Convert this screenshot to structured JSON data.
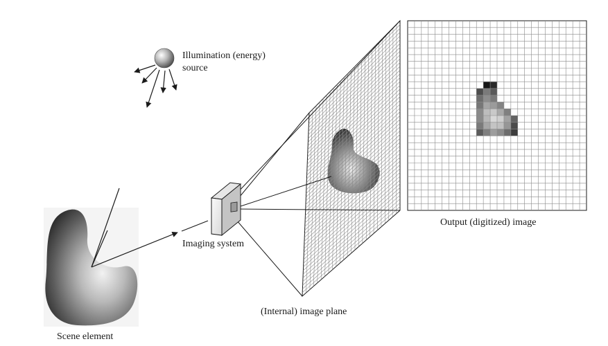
{
  "labels": {
    "illumination_line1": "Illumination (energy)",
    "illumination_line2": "source",
    "imaging_system": "Imaging system",
    "image_plane": "(Internal) image plane",
    "output_image": "Output (digitized) image",
    "scene_element": "Scene element"
  },
  "output_image": {
    "grid_cols": 26,
    "grid_rows": 28,
    "digitized_shades": [
      [
        "",
        "",
        "#161616",
        "#2a2a2a",
        "",
        "",
        ""
      ],
      [
        "",
        "#4d4d4d",
        "#7a7a7a",
        "#5a5a5a",
        "",
        "",
        ""
      ],
      [
        "",
        "#6e6e6e",
        "#8d8d8d",
        "#7a7a7a",
        "",
        "",
        ""
      ],
      [
        "",
        "#777777",
        "#a6a6a6",
        "#9b9b9b",
        "#848484",
        "",
        ""
      ],
      [
        "",
        "#8a8a8a",
        "#bdbdbd",
        "#c9c9c9",
        "#a9a9a9",
        "#808080",
        ""
      ],
      [
        "",
        "#8a8a8a",
        "#b8b8b8",
        "#d8d8d8",
        "#cfcfcf",
        "#a2a2a2",
        "#636363"
      ],
      [
        "",
        "#7a7a7a",
        "#a7a7a7",
        "#c4c4c4",
        "#c0c0c0",
        "#969696",
        "#4b4b4b"
      ],
      [
        "",
        "#5b5b5b",
        "#7f7f7f",
        "#9d9d9d",
        "#8c8c8c",
        "#6c6c6c",
        "#3d3d3d"
      ]
    ]
  },
  "colors": {
    "ink": "#1a1a1a",
    "grid_line": "#8a8a8a",
    "background": "#ffffff"
  }
}
